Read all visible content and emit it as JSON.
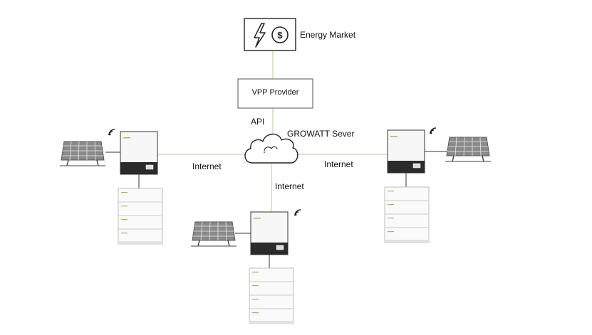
{
  "energy_market": {
    "label": "Energy Market",
    "currency_symbol": "$"
  },
  "vpp_provider": {
    "label": "VPP Provider"
  },
  "api": {
    "label": "API"
  },
  "cloud": {
    "label": "GROWATT Sever"
  },
  "links": {
    "left_label": "Internet",
    "right_label": "Internet",
    "bottom_label": "Internet"
  },
  "colors": {
    "connector": "#c8dcb4",
    "device_dark": "#2b2b2b",
    "device_body": "#f7f7f7",
    "battery_line": "#c9c9c9",
    "outline": "#333333"
  },
  "icons": [
    "lightning-icon",
    "dollar-coin-icon",
    "cloud-icon",
    "solar-panel-icon",
    "wifi-icon",
    "inverter-icon",
    "battery-stack-icon"
  ]
}
